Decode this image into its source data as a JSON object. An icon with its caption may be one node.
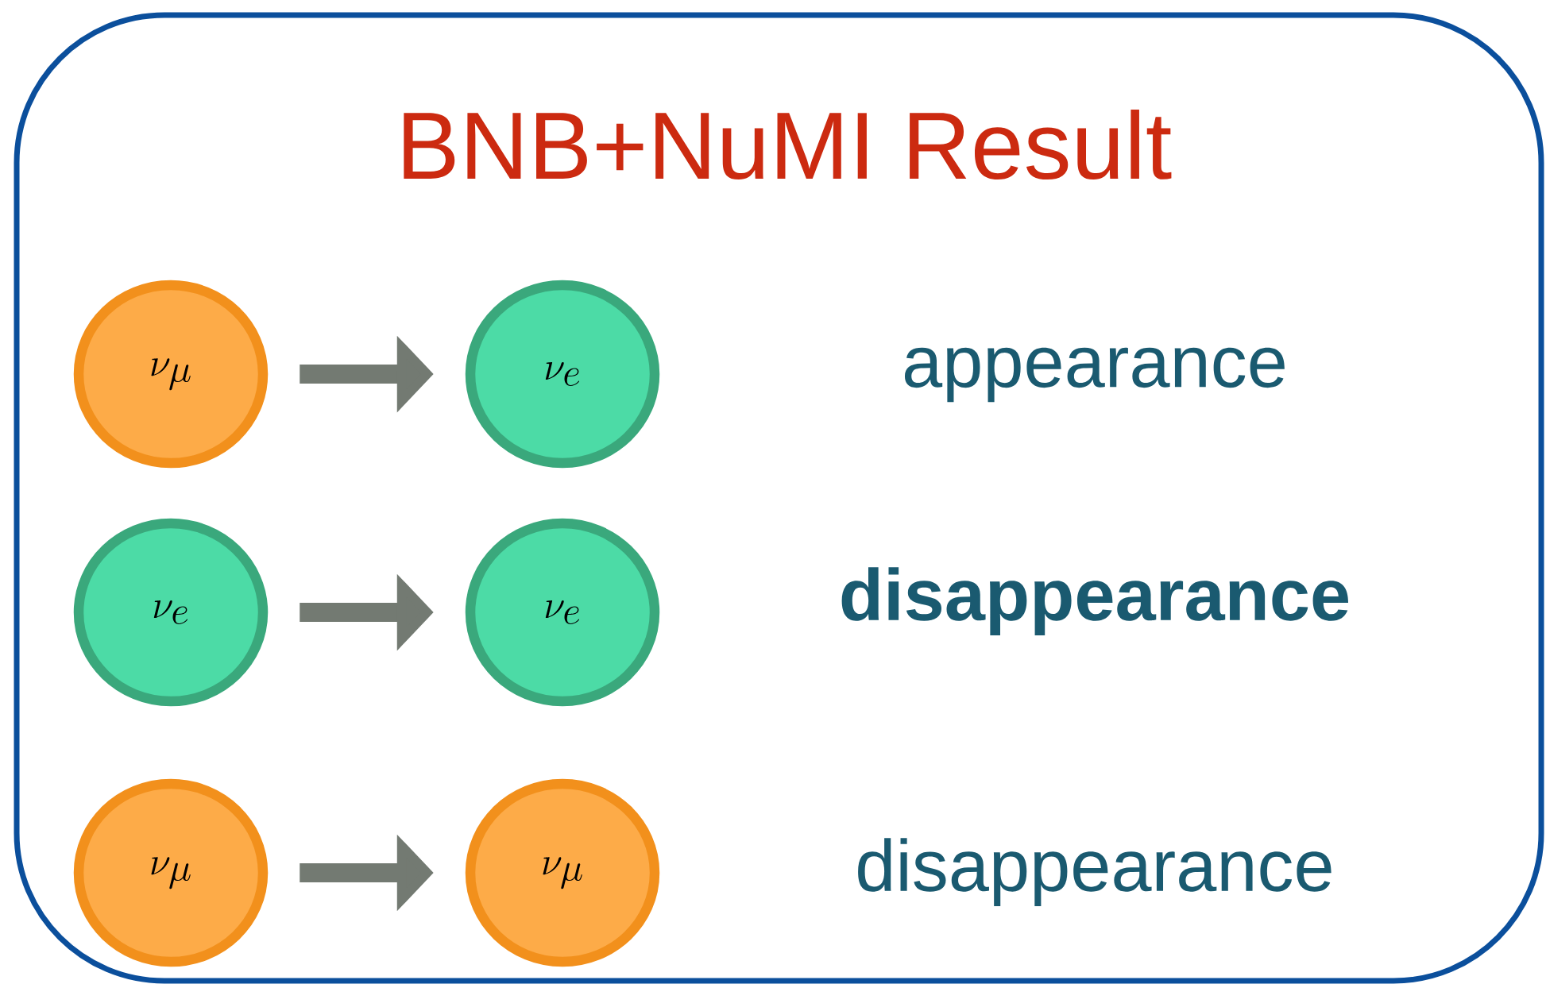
{
  "diagram": {
    "title": "BNB+NuMI Result",
    "nodes": [
      {
        "text": [
          "\\nu_{\\mu}"
        ]
      },
      {
        "text": [
          "\\nu_{e}"
        ]
      },
      {
        "text": [
          "\\nu_{e}"
        ]
      },
      {
        "text": [
          "\\nu_{e}"
        ]
      },
      {
        "text": [
          "\\nu_{\\mu}"
        ]
      },
      {
        "text": [
          "\\nu_{\\mu}"
        ]
      }
    ],
    "edges": [
      {
        "from": 0,
        "to": 1,
        "arrow": "to"
      },
      {
        "from": 2,
        "to": 3,
        "arrow": "to"
      },
      {
        "from": 4,
        "to": 5,
        "arrow": "to"
      }
    ],
    "labels": [
      "appearance",
      "disappearance",
      "disappearance"
    ]
  }
}
